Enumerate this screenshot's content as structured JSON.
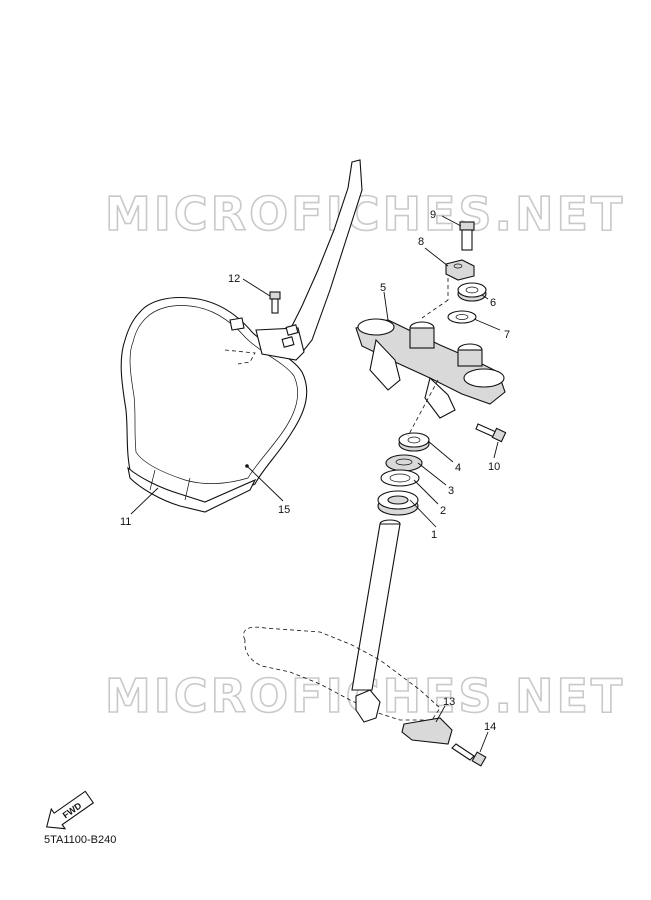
{
  "watermark": "MICROFICHES.NET",
  "diagram_code": "5TA1100-B240",
  "fwd_label": "FWD",
  "callouts": [
    {
      "id": "1",
      "text": "1"
    },
    {
      "id": "2",
      "text": "2"
    },
    {
      "id": "3",
      "text": "3"
    },
    {
      "id": "4",
      "text": "4"
    },
    {
      "id": "5",
      "text": "5"
    },
    {
      "id": "6",
      "text": "6"
    },
    {
      "id": "7",
      "text": "7"
    },
    {
      "id": "8",
      "text": "8"
    },
    {
      "id": "9",
      "text": "9"
    },
    {
      "id": "10",
      "text": "10"
    },
    {
      "id": "11",
      "text": "11"
    },
    {
      "id": "12",
      "text": "12"
    },
    {
      "id": "13",
      "text": "13"
    },
    {
      "id": "14",
      "text": "14"
    },
    {
      "id": "15",
      "text": "15"
    }
  ]
}
